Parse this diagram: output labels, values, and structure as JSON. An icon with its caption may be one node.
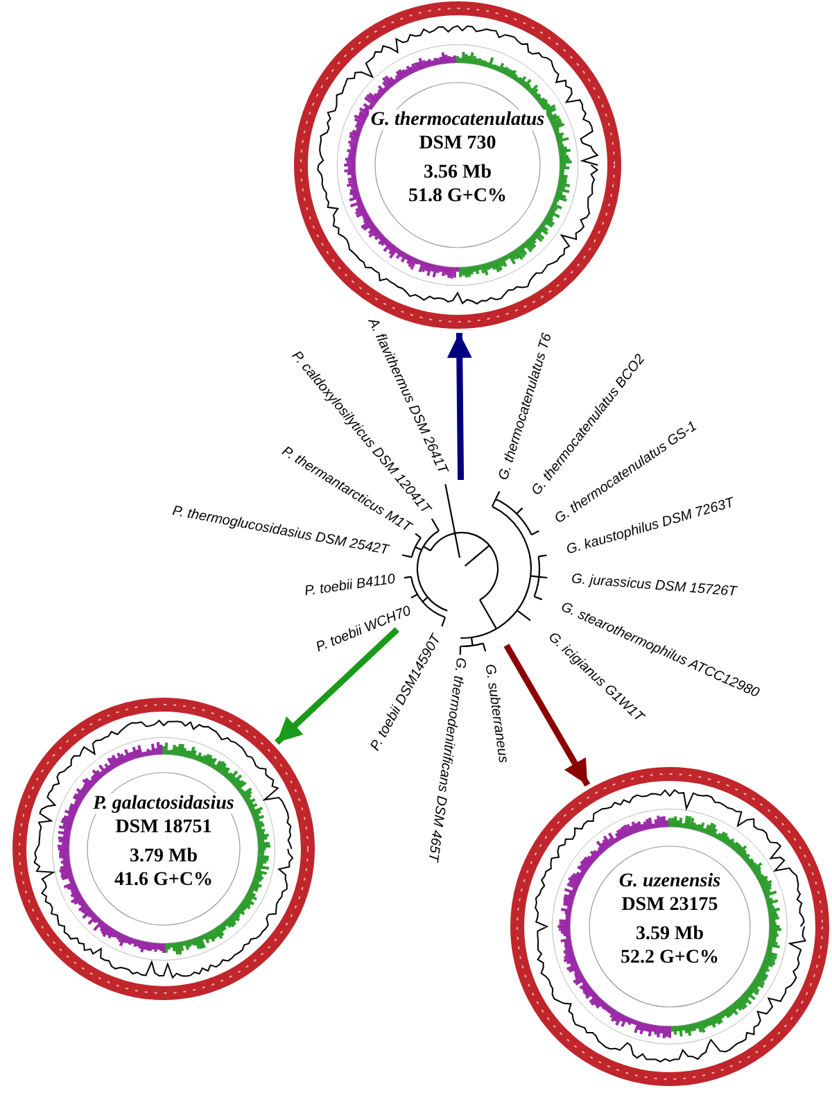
{
  "diagram": {
    "nodes": [
      {
        "text": [
          "G. thermocatenulatus",
          "DSM 730",
          "3.56 Mb",
          "51.8 G+C%"
        ]
      },
      {
        "text": [
          "P. galactosidasius",
          "DSM 18751",
          "3.79 Mb",
          "41.6 G+C%"
        ]
      },
      {
        "text": [
          "G. uzenensis",
          "DSM 23175",
          "3.59 Mb",
          "52.2 G+C%"
        ]
      },
      {
        "text": [],
        "shape": "tree"
      }
    ],
    "edges": [
      {
        "from": 3,
        "to": 0,
        "arrow": "to",
        "color": "#00007f"
      },
      {
        "from": 3,
        "to": 1,
        "arrow": "to",
        "color": "#1a9a1a"
      },
      {
        "from": 3,
        "to": 2,
        "arrow": "to",
        "color": "#8b0000"
      }
    ],
    "labels": [
      "A. flavithermus DSM 2641T",
      "G. thermocatenulatus T6",
      "G. thermocatenulatus BCO2",
      "P. caldoxylosilyticus DSM 12041T",
      "G. thermocatenulatus GS-1",
      "P. thermantarcticus M1T",
      "G. kaustophilus DSM 7263T",
      "P. thermoglucosidasius DSM 2542T",
      "P. toebii B4110",
      "G. jurassicus DSM 15726T",
      "P. toebii WCH70",
      "G. stearothermophilus ATCC12980",
      "G. icigianus G1W1T",
      "P. toebii DSM14590T",
      "G. subterraneus",
      "G. thermodenitrificans DSM 465T"
    ]
  }
}
